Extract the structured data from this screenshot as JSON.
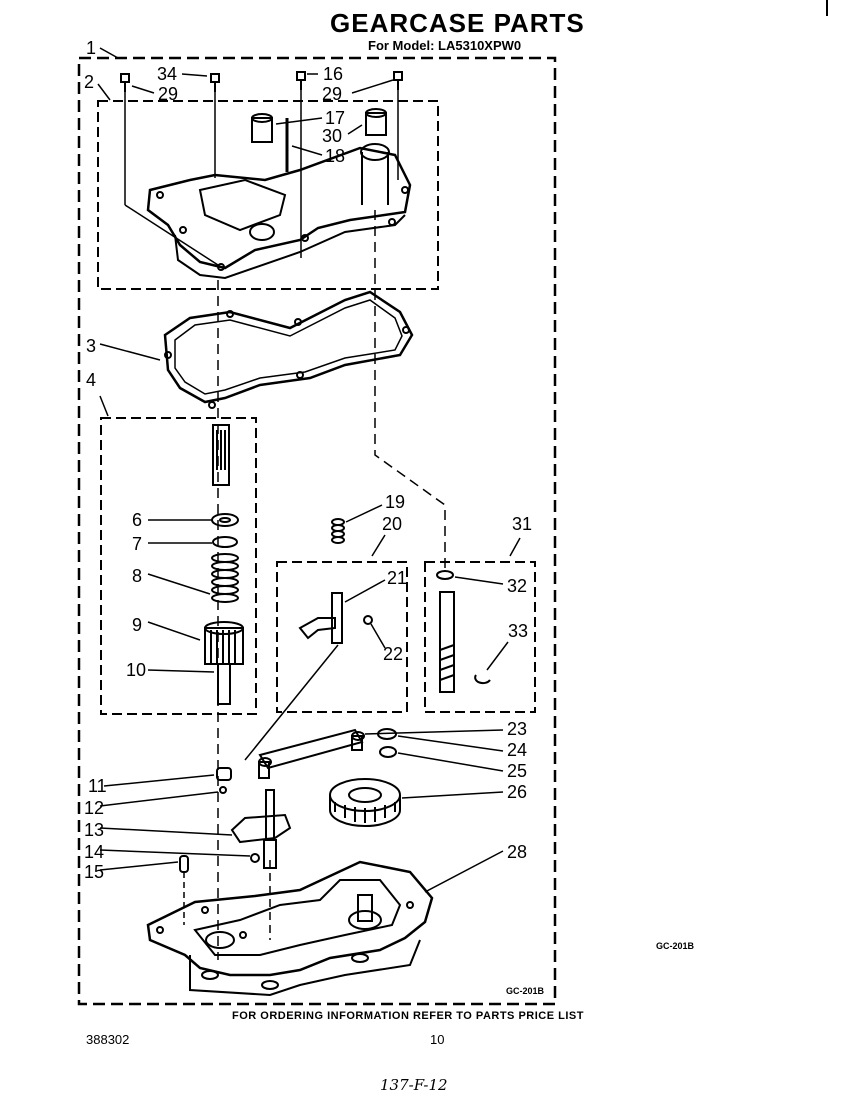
{
  "header": {
    "title": "GEARCASE PARTS",
    "subtitle": "For Model: LA5310XPW0"
  },
  "footer": {
    "ordering_note": "FOR ORDERING INFORMATION REFER TO PARTS PRICE LIST",
    "document_number": "388302",
    "page_number": "10",
    "handwritten_note": "137-F-12"
  },
  "figure_codes": {
    "outer": "GC-201B",
    "inner": "GC-201B"
  },
  "callouts": [
    {
      "id": "c1",
      "label": "1"
    },
    {
      "id": "c2",
      "label": "2"
    },
    {
      "id": "c3",
      "label": "3"
    },
    {
      "id": "c4",
      "label": "4"
    },
    {
      "id": "c6",
      "label": "6"
    },
    {
      "id": "c7",
      "label": "7"
    },
    {
      "id": "c8",
      "label": "8"
    },
    {
      "id": "c9",
      "label": "9"
    },
    {
      "id": "c10",
      "label": "10"
    },
    {
      "id": "c11",
      "label": "11"
    },
    {
      "id": "c12",
      "label": "12"
    },
    {
      "id": "c13",
      "label": "13"
    },
    {
      "id": "c14",
      "label": "14"
    },
    {
      "id": "c15",
      "label": "15"
    },
    {
      "id": "c16",
      "label": "16"
    },
    {
      "id": "c17",
      "label": "17"
    },
    {
      "id": "c18",
      "label": "18"
    },
    {
      "id": "c19",
      "label": "19"
    },
    {
      "id": "c20",
      "label": "20"
    },
    {
      "id": "c21",
      "label": "21"
    },
    {
      "id": "c22",
      "label": "22"
    },
    {
      "id": "c23",
      "label": "23"
    },
    {
      "id": "c24",
      "label": "24"
    },
    {
      "id": "c25",
      "label": "25"
    },
    {
      "id": "c26",
      "label": "26"
    },
    {
      "id": "c28",
      "label": "28"
    },
    {
      "id": "c29a",
      "label": "29"
    },
    {
      "id": "c29b",
      "label": "29"
    },
    {
      "id": "c30",
      "label": "30"
    },
    {
      "id": "c31",
      "label": "31"
    },
    {
      "id": "c32",
      "label": "32"
    },
    {
      "id": "c33",
      "label": "33"
    },
    {
      "id": "c34",
      "label": "34"
    }
  ]
}
